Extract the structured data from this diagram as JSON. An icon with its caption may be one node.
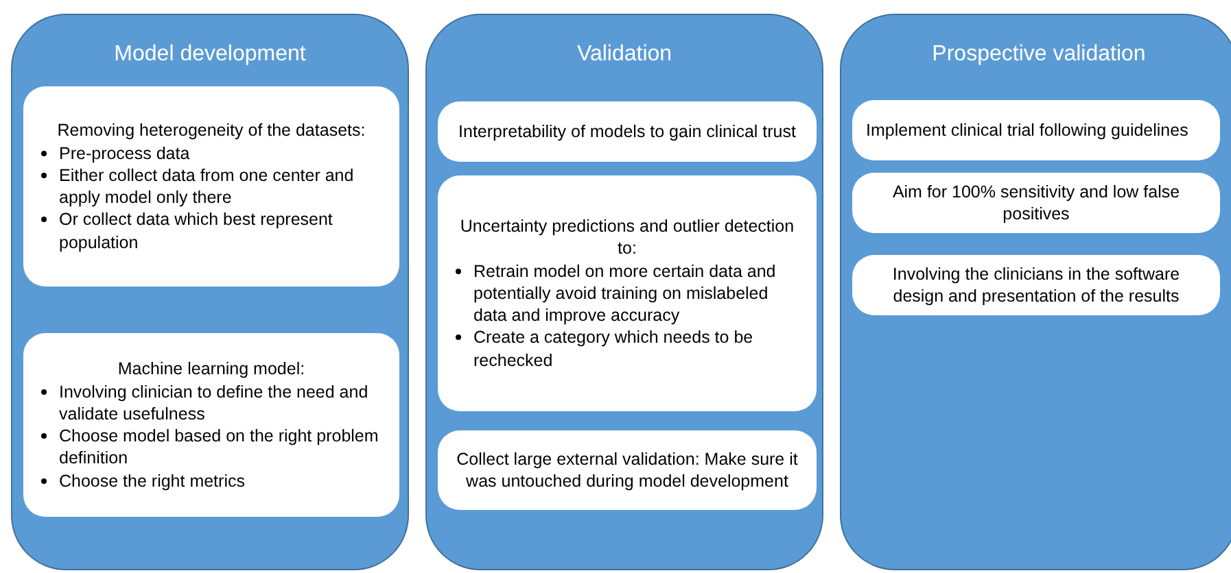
{
  "diagram": {
    "nodes": [
      {
        "text": [
          "Model development"
        ]
      },
      {
        "text": [
          "Removing heterogeneity of the datasets:",
          "Pre-process data",
          "Either collect data from one center and apply model only there",
          "Or collect data which best represent population"
        ],
        "in": 0
      },
      {
        "text": [
          "Machine learning model:",
          "Involving clinician to define the need and validate usefulness",
          "Choose model based on the right problem definition",
          "Choose the right metrics"
        ],
        "in": 0
      },
      {
        "text": [
          "Validation"
        ]
      },
      {
        "text": [
          "Interpretability of models to gain clinical trust"
        ],
        "in": 3
      },
      {
        "text": [
          "Uncertainty predictions and outlier detection to:",
          "Retrain model on more certain data and potentially avoid training on mislabeled data and improve accuracy",
          "Create a category which needs to be rechecked"
        ],
        "in": 3
      },
      {
        "text": [
          "Collect large external validation: Make sure it was untouched during model development"
        ],
        "in": 3
      },
      {
        "text": [
          "Prospective validation"
        ]
      },
      {
        "text": [
          "Implement clinical trial following guidelines"
        ],
        "in": 7
      },
      {
        "text": [
          "Aim for 100% sensitivity and low false positives"
        ],
        "in": 7
      },
      {
        "text": [
          "Involving the clinicians in the software design and presentation of the results"
        ],
        "in": 7
      }
    ]
  }
}
